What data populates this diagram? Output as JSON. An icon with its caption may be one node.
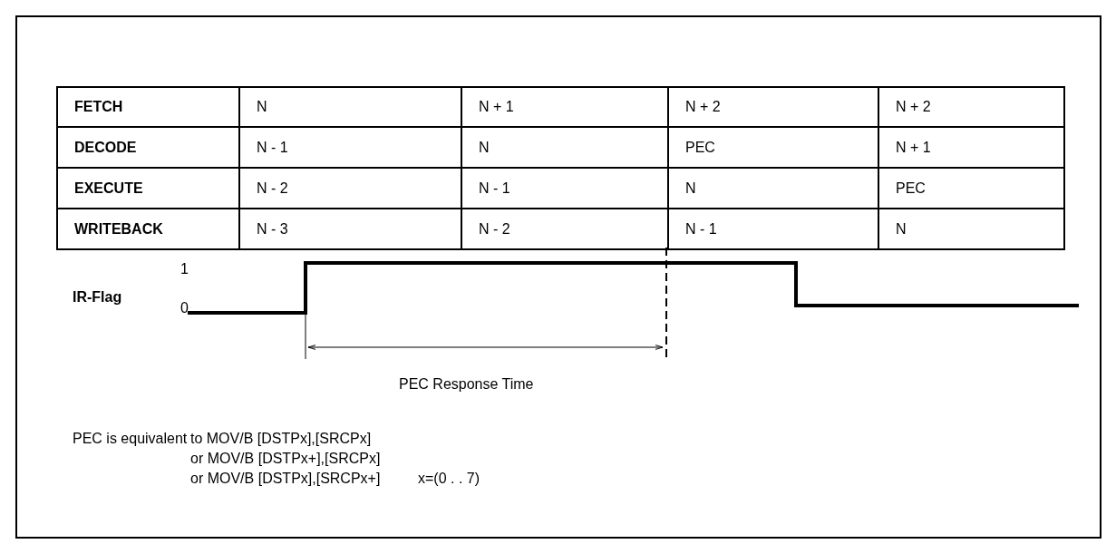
{
  "diagram": {
    "labels": [
      "FETCH",
      "N",
      "N + 1",
      "N + 2",
      "N + 2",
      "DECODE",
      "N - 1",
      "N",
      "PEC",
      "N + 1",
      "EXECUTE",
      "N - 2",
      "N - 1",
      "N",
      "PEC",
      "WRITEBACK",
      "N - 3",
      "N - 2",
      "N - 1",
      "N",
      "1",
      "0",
      "IR-Flag",
      "PEC Response Time",
      "PEC is equivalent",
      "to MOV/B [DSTPx],[SRCPx]",
      "or MOV/B [DSTPx+],[SRCPx]",
      "or MOV/B [DSTPx],[SRCPx+]",
      "x=(0 . . 7)"
    ]
  }
}
